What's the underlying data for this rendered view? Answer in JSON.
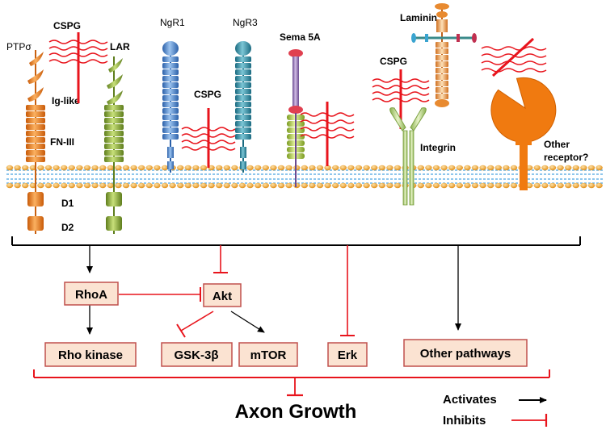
{
  "labels": {
    "ptp": "PTPσ",
    "cspg_left": "CSPG",
    "lar": "LAR",
    "ig_like": "Ig-like",
    "fn3": "FN-III",
    "d1": "D1",
    "d2": "D2",
    "ngr1": "NgR1",
    "ngr3": "NgR3",
    "cspg_mid": "CSPG",
    "sema5a": "Sema 5A",
    "laminin": "Laminin",
    "cspg_integrin": "CSPG",
    "integrin": "Integrin",
    "other_receptor_1": "Other",
    "other_receptor_2": "receptor?"
  },
  "nodes": {
    "rhoa": "RhoA",
    "akt": "Akt",
    "rho_kinase": "Rho kinase",
    "gsk3b": "GSK-3β",
    "mtor": "mTOR",
    "erk": "Erk",
    "other_pathways": "Other pathways"
  },
  "outcome": "Axon Growth",
  "legend": {
    "activates": "Activates",
    "inhibits": "Inhibits"
  },
  "colors": {
    "inhibit": "#e8141c",
    "activate": "#000000",
    "box_fill": "#fbe3d2",
    "box_border": "#c0504d",
    "ptp": "#f08220",
    "lar": "#86a832",
    "ngr1": "#4a86d0",
    "ngr3": "#2f93a8",
    "sema": "#a07cc0",
    "lipid_head": "#f0a030",
    "membrane_line": "#4aa3e0"
  }
}
